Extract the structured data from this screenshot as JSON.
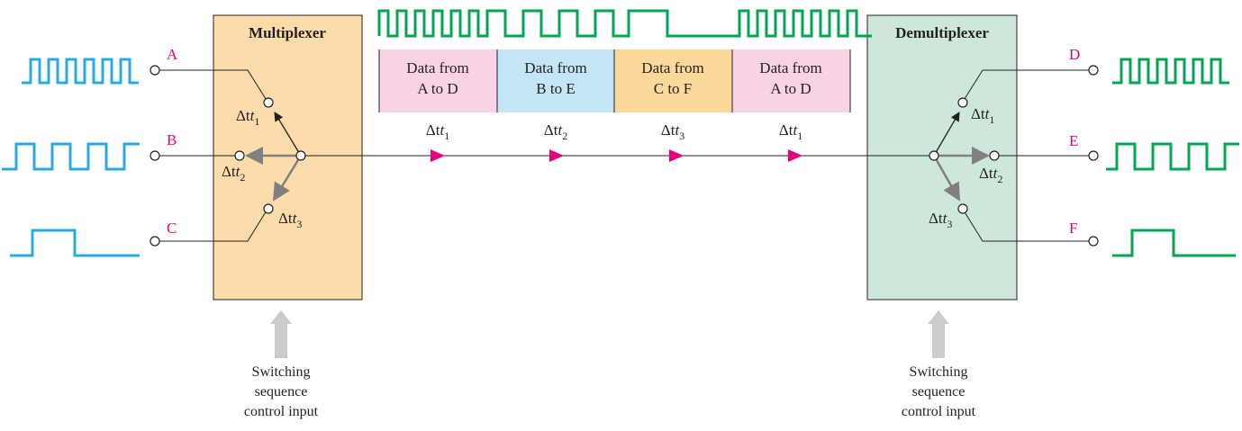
{
  "blocks": {
    "mux_title": "Multiplexer",
    "demux_title": "Demultiplexer",
    "mux_fill": "#fbdcaa",
    "demux_fill": "#cde8da"
  },
  "inputs": [
    {
      "label": "A",
      "delta": "Δt",
      "sub": "1"
    },
    {
      "label": "B",
      "delta": "Δt",
      "sub": "2"
    },
    {
      "label": "C",
      "delta": "Δt",
      "sub": "3"
    }
  ],
  "outputs": [
    {
      "label": "D",
      "delta": "Δt",
      "sub": "1"
    },
    {
      "label": "E",
      "delta": "Δt",
      "sub": "2"
    },
    {
      "label": "F",
      "delta": "Δt",
      "sub": "3"
    }
  ],
  "segments": [
    {
      "line1": "Data from",
      "line2": "A to D",
      "delta": "Δt",
      "sub": "1",
      "color": "#f9d2e6"
    },
    {
      "line1": "Data from",
      "line2": "B to E",
      "delta": "Δt",
      "sub": "2",
      "color": "#c3e5f6"
    },
    {
      "line1": "Data from",
      "line2": "C to F",
      "delta": "Δt",
      "sub": "3",
      "color": "#fcd99b"
    },
    {
      "line1": "Data from",
      "line2": "A to D",
      "delta": "Δt",
      "sub": "1",
      "color": "#f9d2e6"
    }
  ],
  "control": {
    "line1": "Switching",
    "line2": "sequence",
    "line3": "control input"
  },
  "colors": {
    "input_wave": "#29abe2",
    "output_wave": "#00a651",
    "pin_label": "#e6007e",
    "flow_arrow": "#e6007e",
    "control_arrow": "#cccccc",
    "switch_arrow": "#808080"
  }
}
